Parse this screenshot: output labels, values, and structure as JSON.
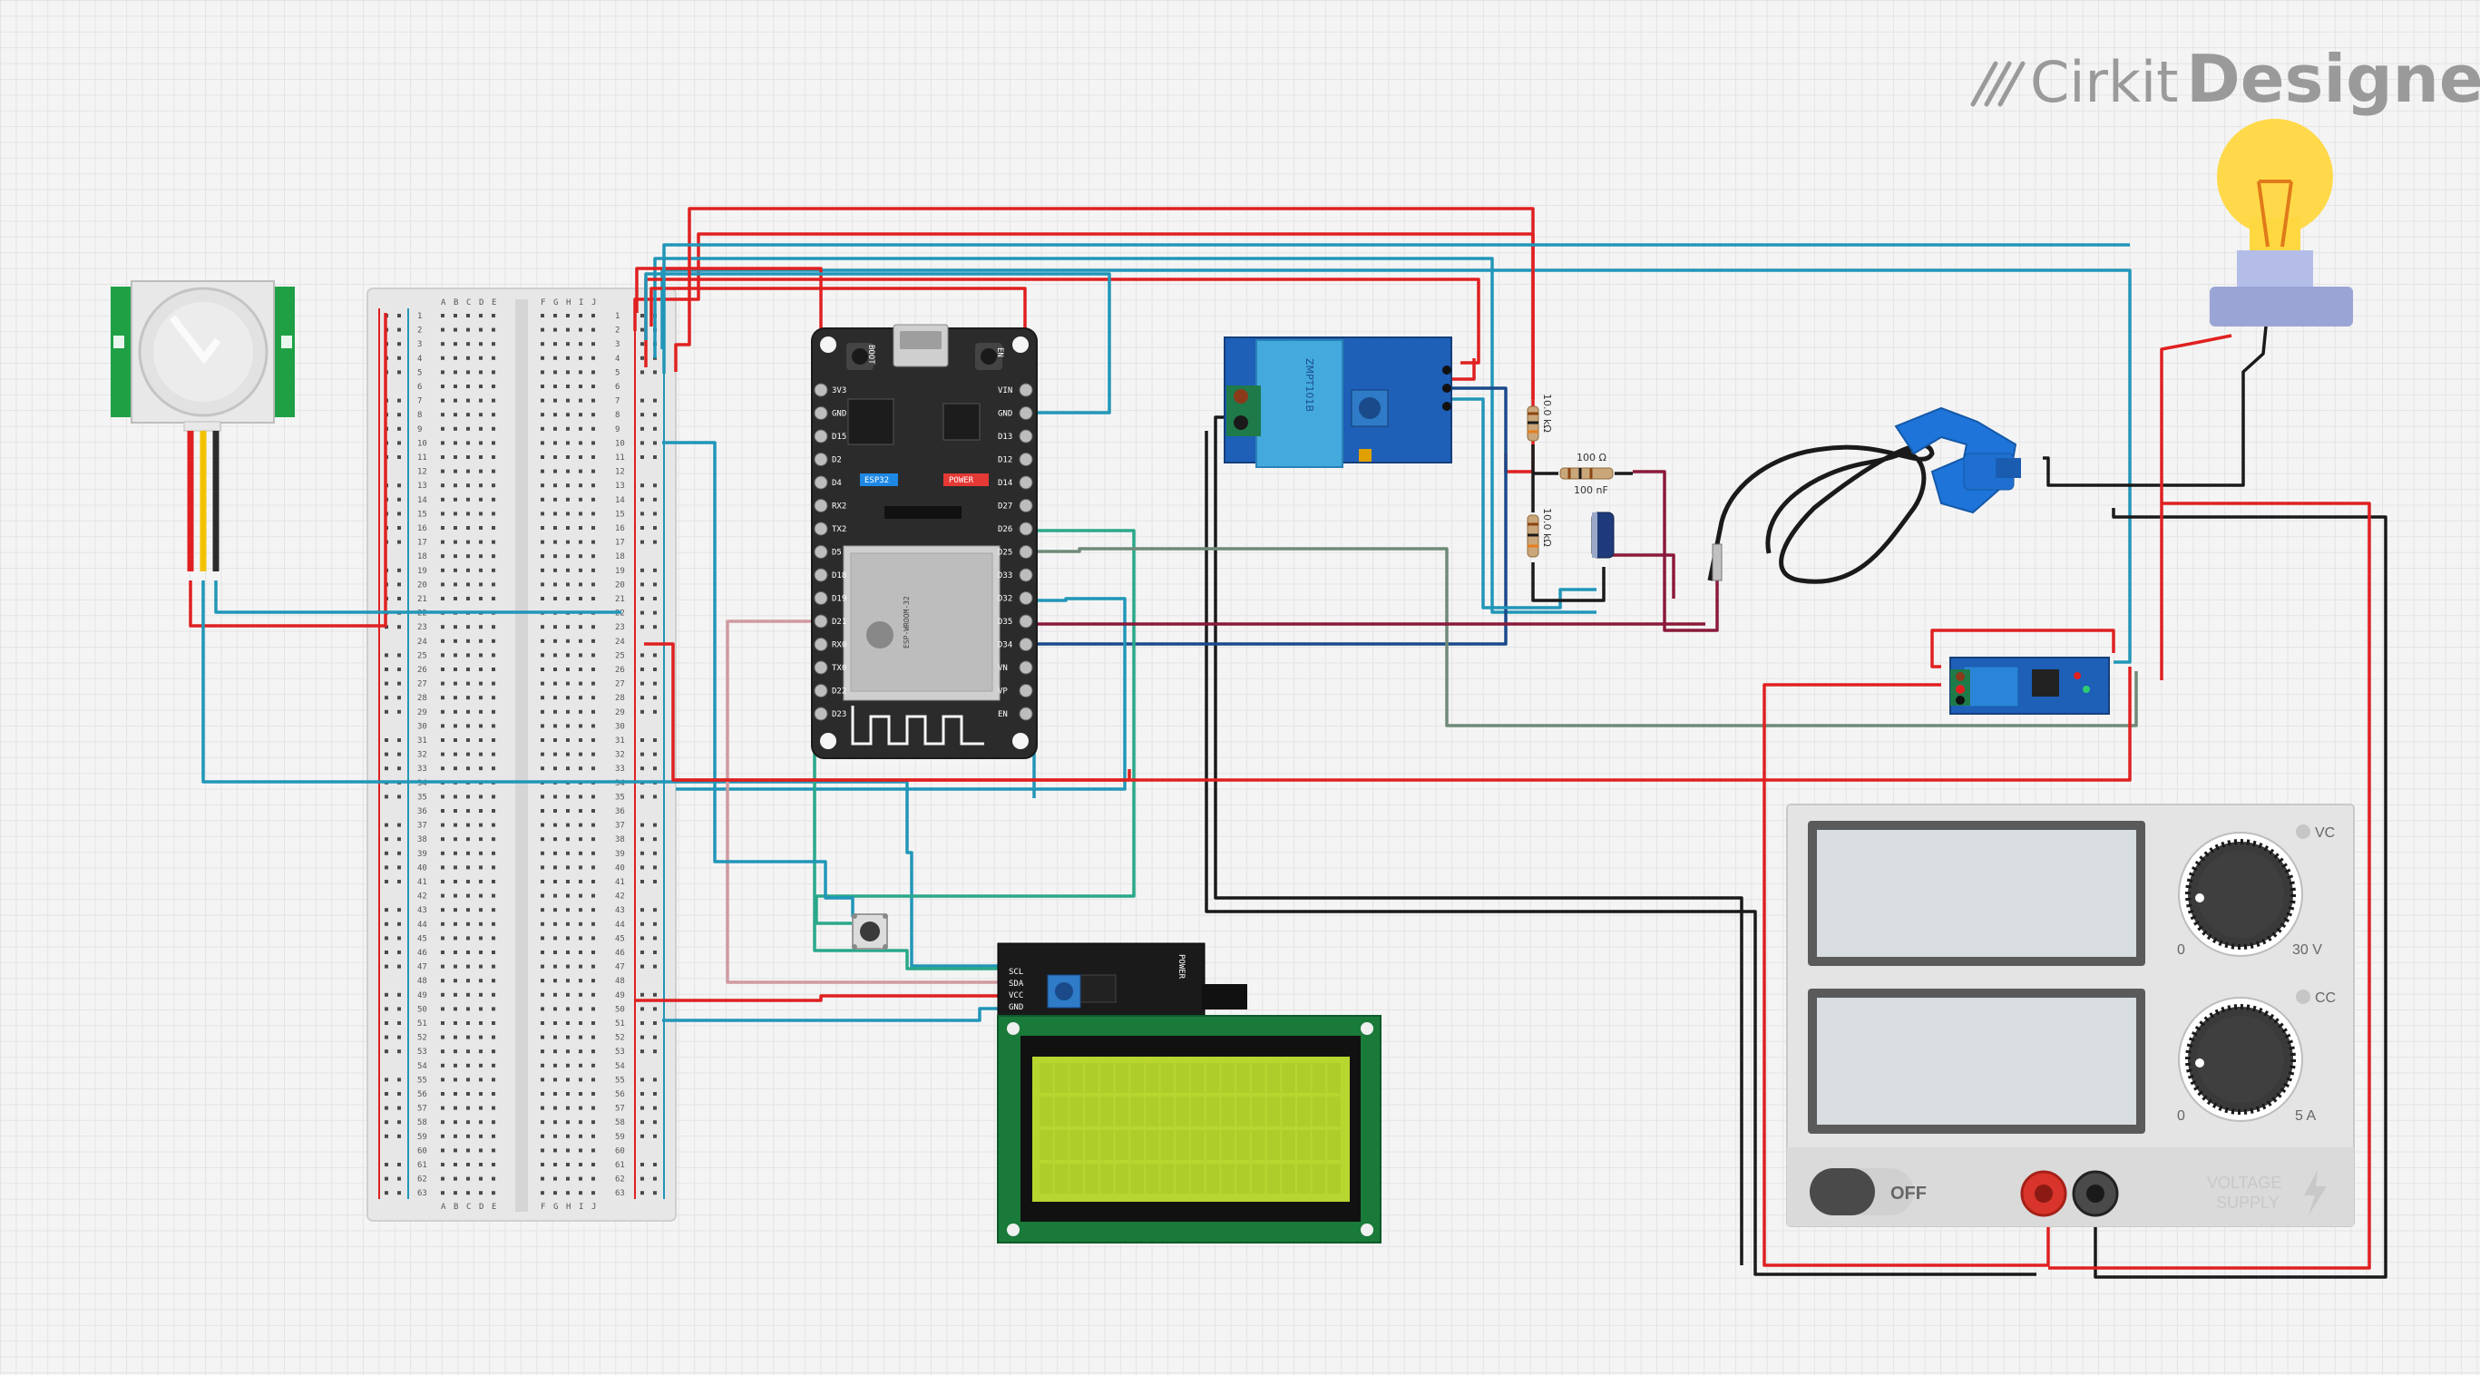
{
  "branding": {
    "logo_word1": "Cirkit",
    "logo_word2": "Designer"
  },
  "components": {
    "pir_sensor": {
      "name": "PIR motion sensor"
    },
    "breadboard": {
      "columns_left": [
        "A",
        "B",
        "C",
        "D",
        "E"
      ],
      "columns_right": [
        "F",
        "G",
        "H",
        "I",
        "J"
      ],
      "row_count": 63
    },
    "esp32": {
      "button_boot": "BOOT",
      "button_en": "EN",
      "module_label": "ESP-WROOM-32",
      "left_pins": [
        "3V3",
        "GND",
        "D15",
        "D2",
        "D4",
        "RX2",
        "TX2",
        "D5",
        "D18",
        "D19",
        "D21",
        "RX0",
        "TX0",
        "D22",
        "D23"
      ],
      "right_pins": [
        "VIN",
        "GND",
        "D13",
        "D12",
        "D14",
        "D27",
        "D26",
        "D25",
        "D33",
        "D32",
        "D35",
        "D34",
        "VN",
        "VP",
        "EN"
      ],
      "chip_label": "ESP32",
      "power_label": "POWER"
    },
    "voltage_sensor": {
      "module_label": "ZMPT101B"
    },
    "resistor_top": {
      "label": "10.0 kΩ"
    },
    "resistor_mid": {
      "label": "100 Ω"
    },
    "resistor_bottom": {
      "label": "10.0 kΩ"
    },
    "capacitor": {
      "label": "100 nF"
    },
    "current_sensor": {
      "name": "SCT-013 current transformer"
    },
    "relay": {
      "name": "relay module"
    },
    "pushbutton": {
      "name": "pushbutton"
    },
    "lcd": {
      "i2c_pins": [
        "SCL",
        "SDA",
        "VCC",
        "GND"
      ],
      "i2c_power": "POWER"
    },
    "bulb": {
      "name": "light bulb"
    },
    "power_supply": {
      "vc_label": "VC",
      "cc_label": "CC",
      "volt_min": "0",
      "volt_max": "30 V",
      "amp_min": "0",
      "amp_max": "5 A",
      "switch_label": "OFF",
      "brand_line1": "VOLTAGE",
      "brand_line2": "SUPPLY"
    }
  },
  "colors": {
    "red_wire": "#e02020",
    "blue_wire": "#2196b8",
    "black_wire": "#1a1a1a",
    "green_wire": "#2aa88a",
    "gray_wire": "#6f8a78",
    "pink_wire": "#d09aa0",
    "darkred_wire": "#8b1a3a",
    "navy_wire": "#1a4a8a",
    "yellow_wire": "#f2c200",
    "lcd_screen": "#b7d630",
    "pcb_black": "#2b2b2b",
    "module_blue": "#1e5fb8"
  }
}
